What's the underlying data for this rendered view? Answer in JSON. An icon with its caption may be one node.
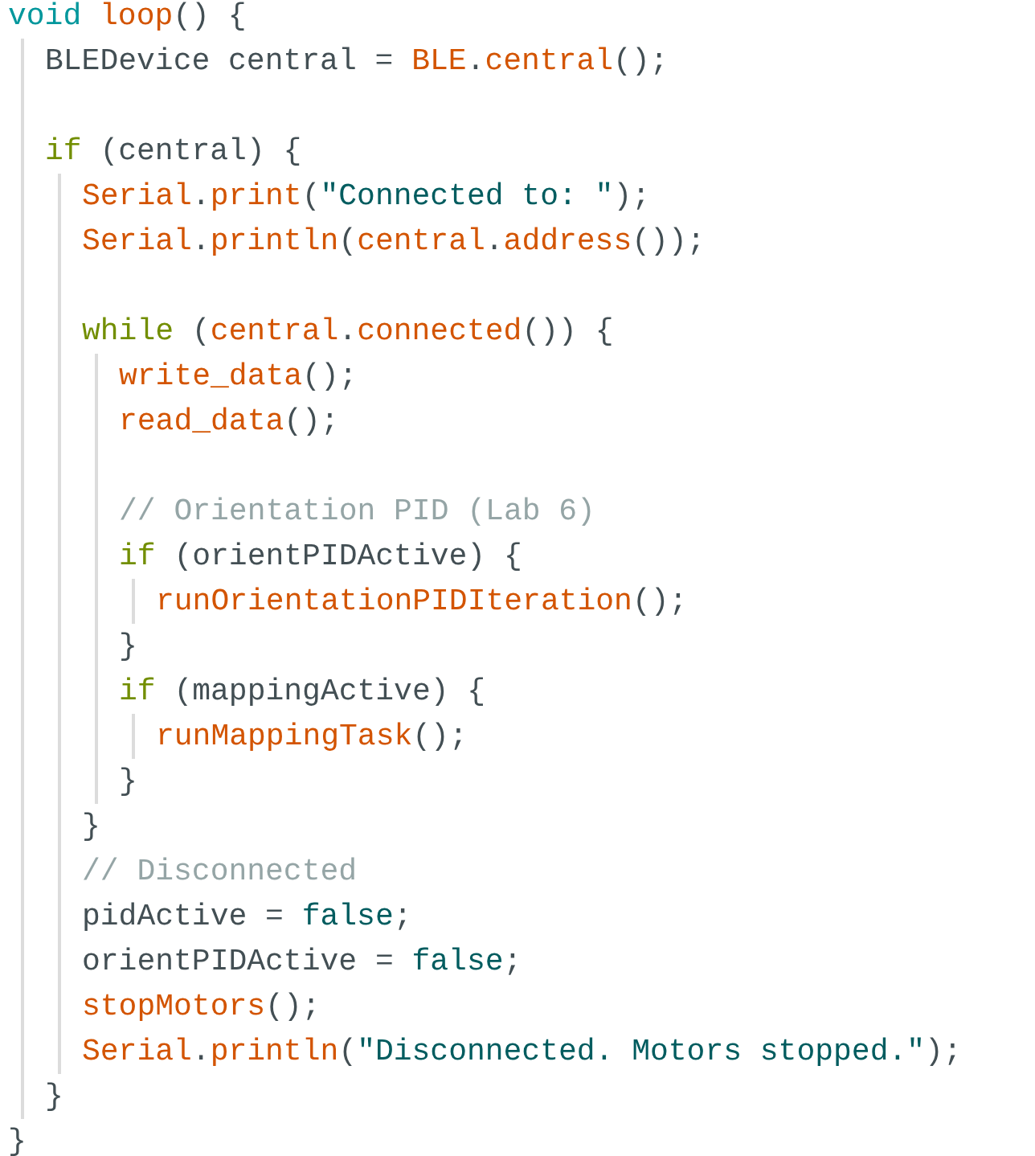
{
  "diagram": {
    "labels": [
      "void loop() {",
      "BLEDevice central = BLE.central();",
      "if (central) {",
      "Serial.print(\"Connected to: \");",
      "Serial.println(central.address());",
      "while (central.connected()) {",
      "write_data();",
      "read_data();",
      "// Orientation PID (Lab 6)",
      "if (orientPIDActive) {",
      "runOrientationPIDIteration();",
      "}",
      "if (mappingActive) {",
      "runMappingTask();",
      "}",
      "}",
      "// Disconnected",
      "pidActive = false;",
      "orientPIDActive = false;",
      "stopMotors();",
      "Serial.println(\"Disconnected. Motors stopped.\");",
      "}",
      "}"
    ]
  }
}
